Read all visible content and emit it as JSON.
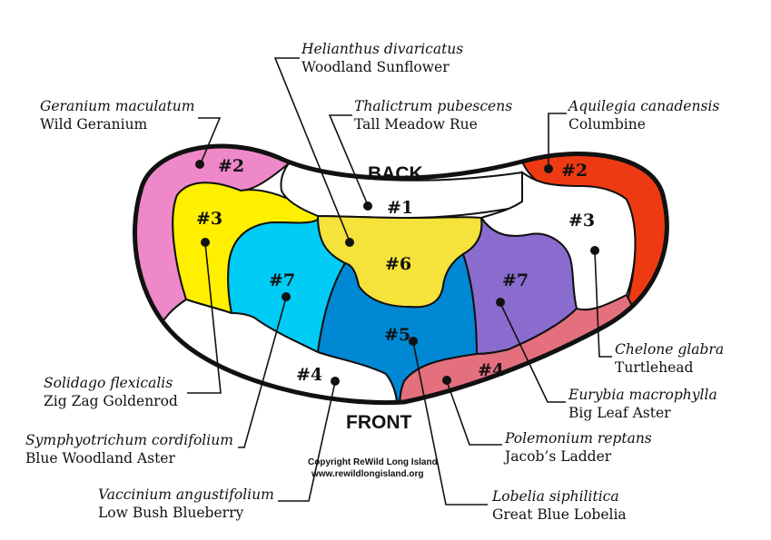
{
  "side_labels": {
    "back": "BACK",
    "front": "FRONT"
  },
  "copyright": {
    "line1": "Copyright ReWild Long Island",
    "line2": "www.rewildlongisland.org"
  },
  "zone_colors": {
    "pink": "#ee88c8",
    "red": "#ee3a12",
    "yellow": "#fff000",
    "gold": "#f5e23a",
    "cyan": "#00ccf5",
    "blue": "#0088d4",
    "purple": "#8a6cce",
    "rose": "#e4707e",
    "white": "#ffffff"
  },
  "zones": {
    "z2_left": "#2",
    "z2_right": "#2",
    "z3_left": "#3",
    "z3_right": "#3",
    "z1": "#1",
    "z6": "#6",
    "z7_left": "#7",
    "z7_right": "#7",
    "z5": "#5",
    "z4_left": "#4",
    "z4_right": "#4"
  },
  "plants": {
    "helianthus": {
      "scientific": "Helianthus divaricatus",
      "common": "Woodland Sunflower"
    },
    "geranium": {
      "scientific": "Geranium maculatum",
      "common": "Wild Geranium"
    },
    "thalictrum": {
      "scientific": "Thalictrum pubescens",
      "common": "Tall Meadow Rue"
    },
    "aquilegia": {
      "scientific": "Aquilegia canadensis",
      "common": "Columbine"
    },
    "chelone": {
      "scientific": "Chelone glabra",
      "common": "Turtlehead"
    },
    "eurybia": {
      "scientific": "Eurybia macrophylla",
      "common": "Big Leaf Aster"
    },
    "solidago": {
      "scientific": "Solidago flexicalis",
      "common": "Zig Zag Goldenrod"
    },
    "polemonium": {
      "scientific": "Polemonium reptans",
      "common": "Jacob’s Ladder"
    },
    "symphyotrichum": {
      "scientific": "Symphyotrichum cordifolium",
      "common": "Blue Woodland Aster"
    },
    "lobelia": {
      "scientific": "Lobelia siphilitica",
      "common": "Great Blue Lobelia"
    },
    "vaccinium": {
      "scientific": "Vaccinium angustifolium",
      "common": "Low Bush Blueberry"
    }
  }
}
